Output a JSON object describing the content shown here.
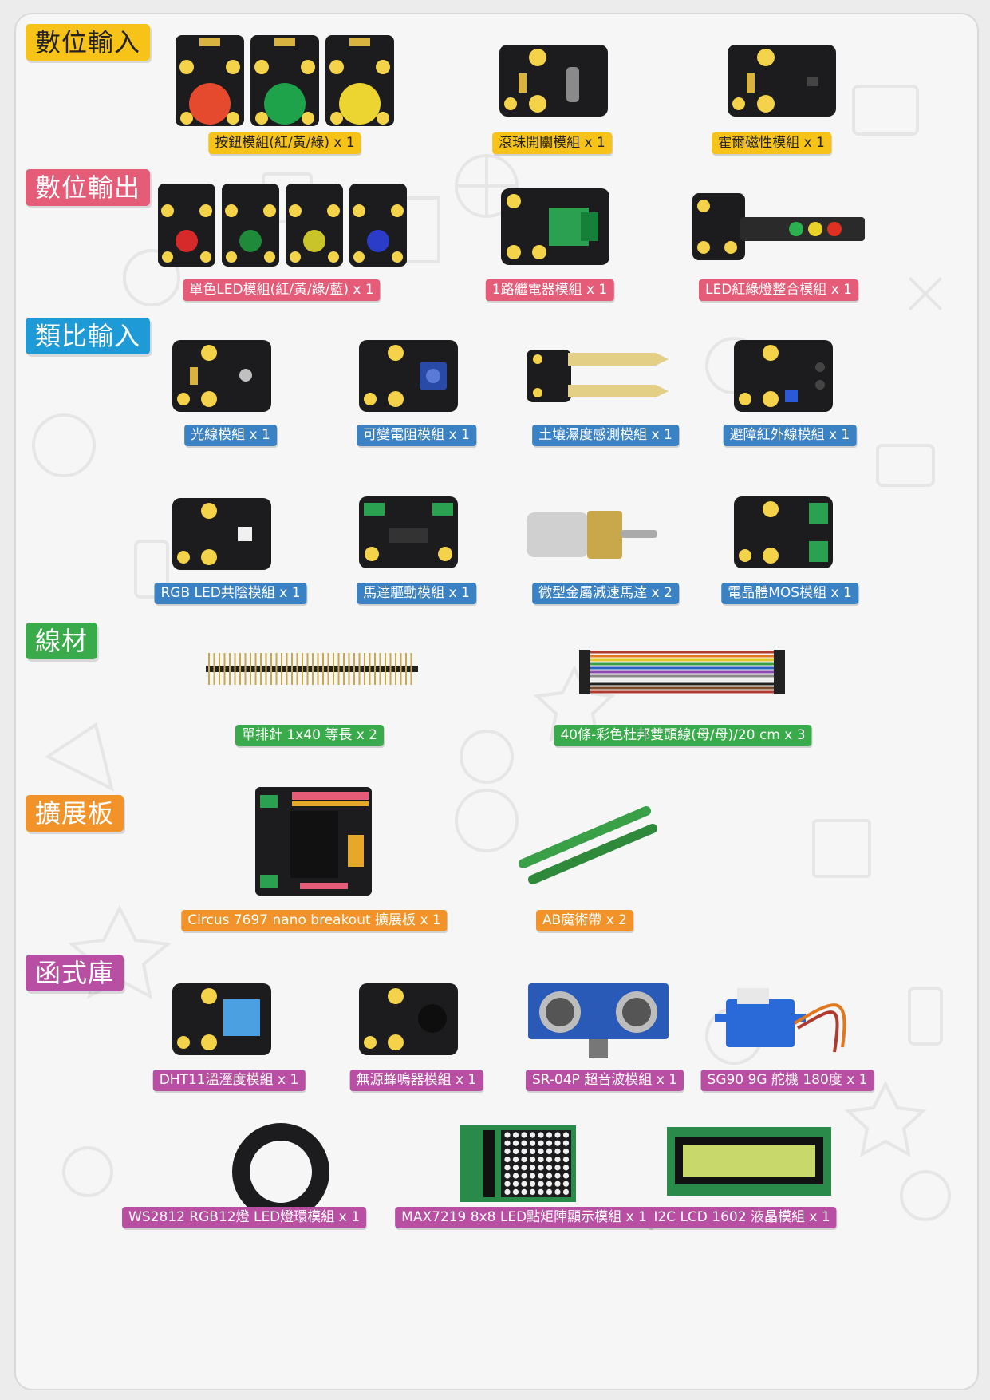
{
  "categories": {
    "digital_input": "數位輸入",
    "digital_output": "數位輸出",
    "analog_input": "類比輸入",
    "wires": "線材",
    "expansion": "擴展板",
    "library": "函式庫"
  },
  "items": {
    "button": "按鈕模組(紅/黃/綠) x 1",
    "tilt": "滾珠開關模組 x 1",
    "hall": "霍爾磁性模組 x 1",
    "led": "單色LED模組(紅/黃/綠/藍) x 1",
    "relay": "1路繼電器模組 x 1",
    "traffic": "LED紅綠燈整合模組 x 1",
    "light": "光線模組 x 1",
    "pot": "可變電阻模組 x 1",
    "soil": "土壤濕度感測模組 x 1",
    "ir": "避障紅外線模組 x 1",
    "rgb": "RGB LED共陰模組 x 1",
    "motor_driver": "馬達驅動模組 x 1",
    "gear_motor": "微型金屬減速馬達 x 2",
    "mos": "電晶體MOS模組 x 1",
    "pin_header": "單排針 1x40 等長 x 2",
    "dupont": "40條-彩色杜邦雙頭線(母/母)/20 cm x 3",
    "breakout": "Circus 7697 nano breakout 擴展板 x 1",
    "velcro": "AB魔術帶 x 2",
    "dht11": "DHT11溫溼度模組 x 1",
    "buzzer": "無源蜂鳴器模組 x 1",
    "sr04": "SR-04P 超音波模組 x 1",
    "servo": "SG90 9G 舵機 180度 x 1",
    "ws2812": "WS2812 RGB12燈 LED燈環模組 x 1",
    "max7219": "MAX7219 8x8 LED點矩陣顯示模組 x 1",
    "lcd": "I2C LCD 1602 液晶模組 x 1"
  },
  "colors": {
    "yellow": "#f7c318",
    "pink": "#e45c78",
    "blue": "#3b82c4",
    "green": "#3aab4a",
    "orange": "#f2932a",
    "purple": "#b84fa3"
  }
}
